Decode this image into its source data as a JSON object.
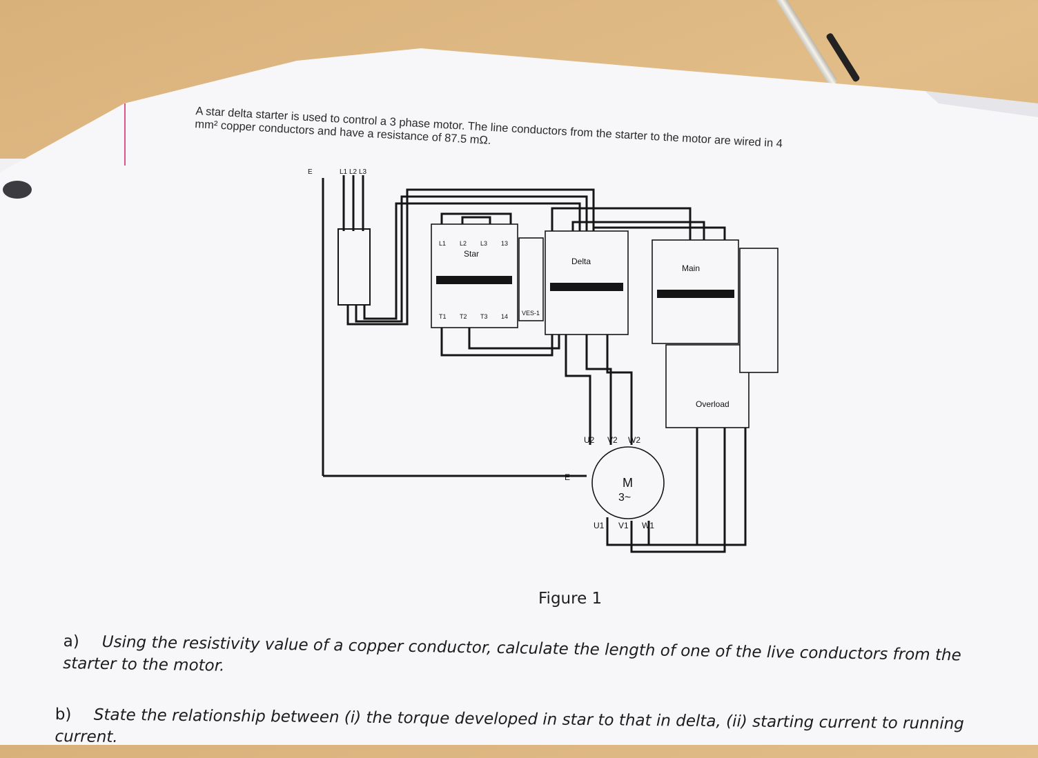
{
  "intro": {
    "line1": "A star delta starter is used to control a 3 phase motor. The line conductors from the starter to the motor are wired in 4",
    "line2": "mm² copper conductors and have a resistance of 87.5 mΩ."
  },
  "diagram": {
    "supply_labels": [
      "E",
      "L1",
      "L2",
      "L3"
    ],
    "contactors": {
      "star": "Star",
      "delta": "Delta",
      "main": "Main",
      "overload": "Overload",
      "timer": "VES-1"
    },
    "terminals_top": [
      "L1",
      "L2",
      "L3",
      "13"
    ],
    "terminals_bottom": [
      "T1",
      "T2",
      "T3",
      "14"
    ],
    "motor": {
      "symbol": "M",
      "phase": "3~",
      "upper_terminals": [
        "U2",
        "V2",
        "W2"
      ],
      "lower_terminals": [
        "U1",
        "V1",
        "W1"
      ],
      "earth": "E"
    }
  },
  "figure_caption": "Figure 1",
  "questions": [
    {
      "letter": "a)",
      "text": "Using the resistivity value of a copper conductor, calculate the length of one of the live conductors from the starter to the motor."
    },
    {
      "letter": "b)",
      "text": "State the relationship between (i) the torque developed in star to that in delta, (ii) starting current to running current."
    }
  ]
}
